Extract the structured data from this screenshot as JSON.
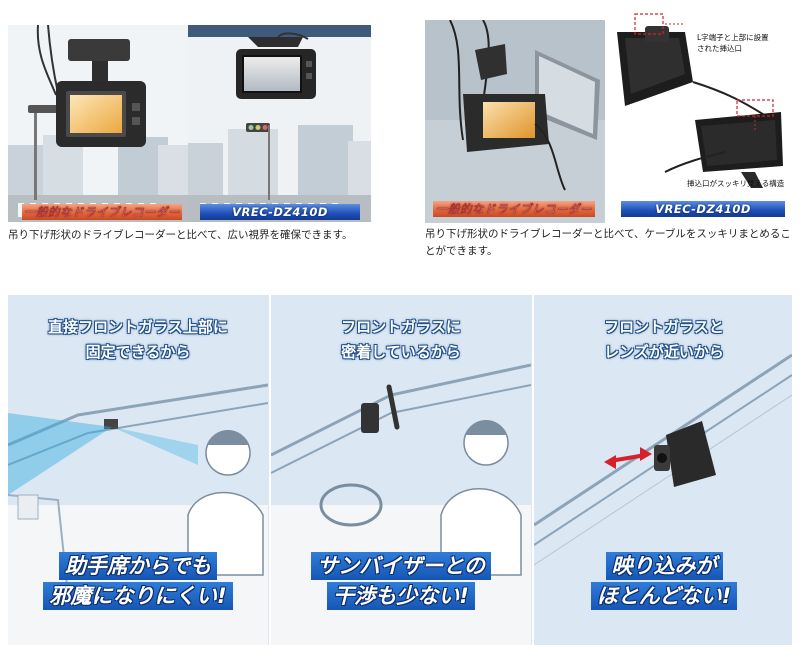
{
  "top_left": {
    "label_general": "一般的なドライブレコーダー",
    "label_product": "VREC-DZ410D",
    "caption": "吊り下げ形状のドライブレコーダーと比べて、広い視界を確保できます。"
  },
  "top_right": {
    "label_general": "一般的なドライブレコーダー",
    "label_product": "VREC-DZ410D",
    "callout_top": "L字端子と上部に設置された挿込口",
    "callout_bottom": "挿込口がスッキリ見える構造",
    "caption": "吊り下げ形状のドライブレコーダーと比べて、ケーブルをスッキリまとめることができます。"
  },
  "bottom": {
    "panels": [
      {
        "heading": [
          "直接フロントガラス上部に",
          "固定できるから"
        ],
        "big": [
          "助手席からでも",
          "邪魔になりにくい!"
        ]
      },
      {
        "heading": [
          "フロントガラスに",
          "密着しているから"
        ],
        "big": [
          "サンバイザーとの",
          "干渉も少ない!"
        ]
      },
      {
        "heading": [
          "フロントガラスと",
          "レンズが近いから"
        ],
        "big": [
          "映り込みが",
          "ほとんどない!"
        ]
      }
    ]
  },
  "colors": {
    "sky_panel": "#dbe7f2",
    "accent_blue": "#1656b5",
    "accent_orange": "#e2683f",
    "arrow_red": "#d8202b"
  }
}
